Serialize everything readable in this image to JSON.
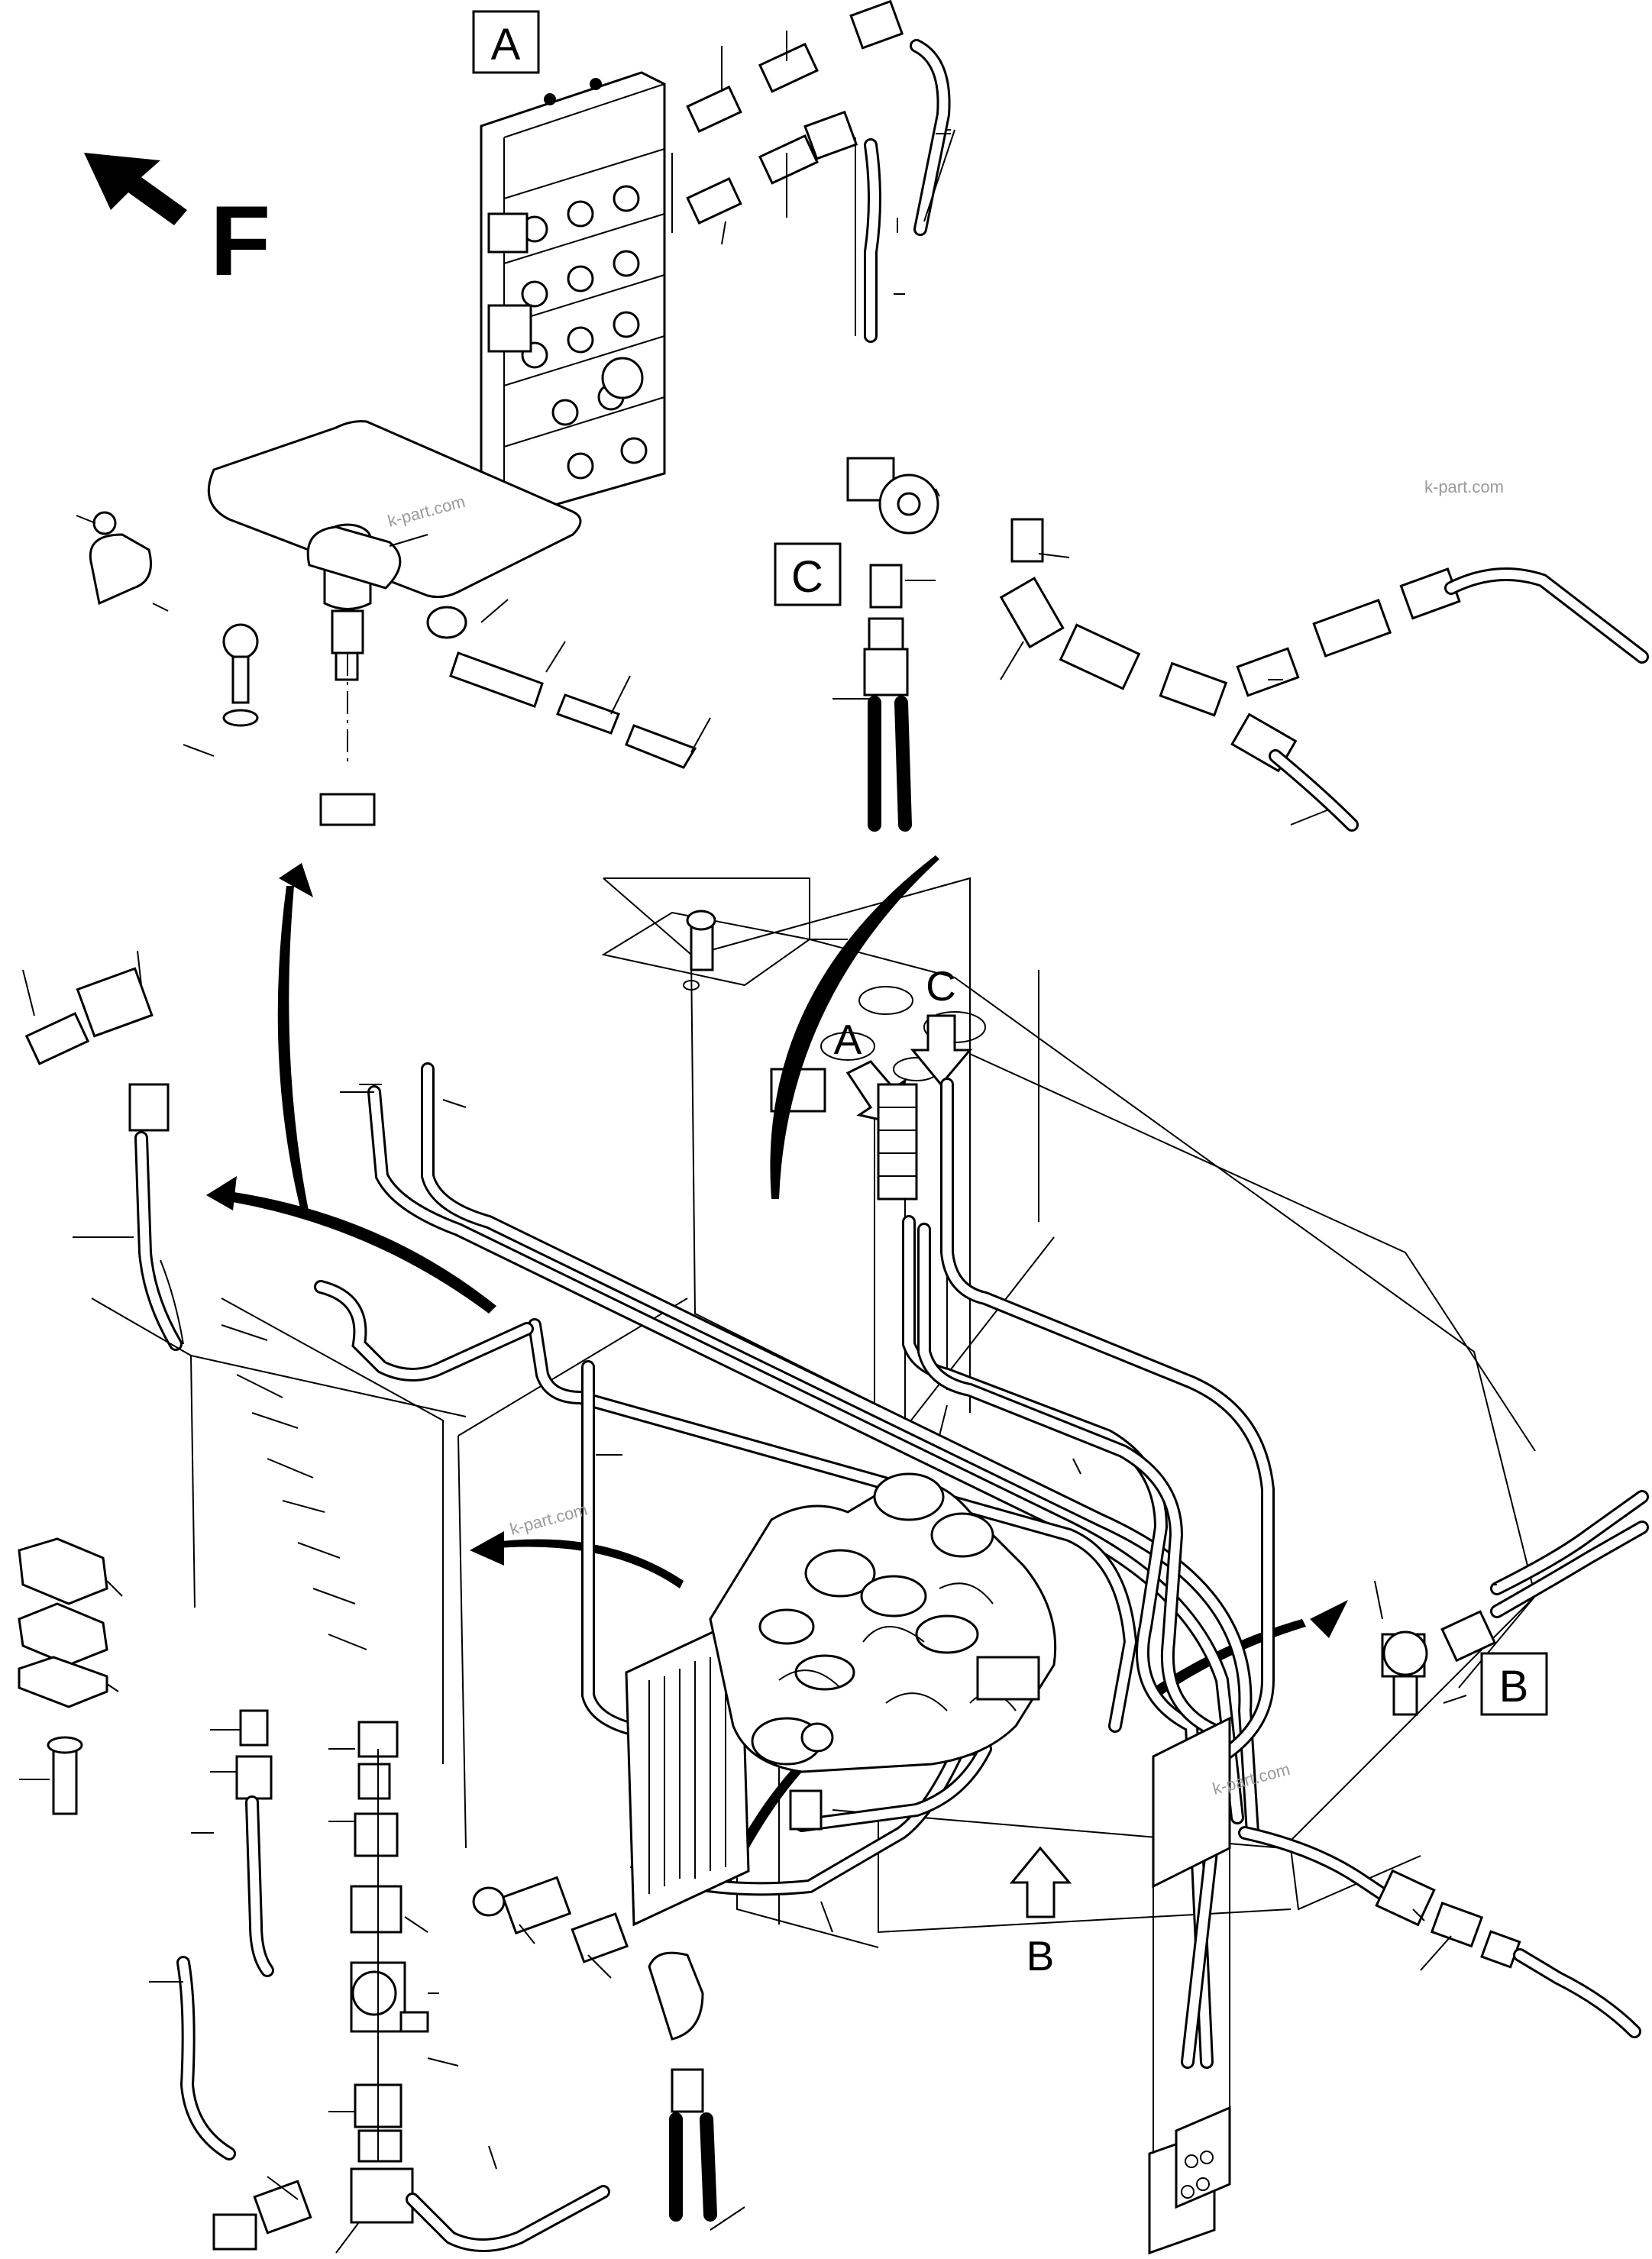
{
  "diagram": {
    "direction_marker": "F",
    "detail_labels": [
      {
        "id": "A",
        "boxed": true
      },
      {
        "id": "B",
        "boxed": true
      },
      {
        "id": "C",
        "boxed": true
      }
    ],
    "pointer_labels": [
      "A",
      "B",
      "C"
    ],
    "watermarks": [
      "k-part.com",
      "k-part.com",
      "k-part.com",
      "k-part.com"
    ]
  }
}
